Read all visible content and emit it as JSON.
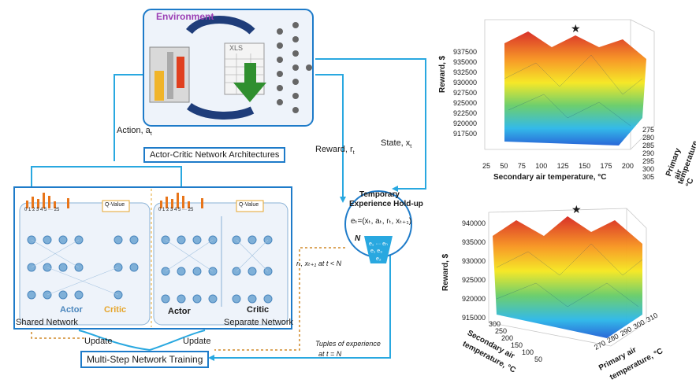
{
  "diagram": {
    "environment_title": "Environment",
    "xls_label": "XLS",
    "action_label": "Action, a",
    "action_sub": "t",
    "reward_label": "Reward, r",
    "reward_sub": "t",
    "state_label": "State, x",
    "state_sub": "t",
    "arch_box": "Actor-Critic Network Architectures",
    "shared_network": "Shared Network",
    "separate_network": "Separate Network",
    "actor_label": "Actor",
    "critic_label": "Critic",
    "actor_label2": "Actor",
    "critic_label2": "Critic",
    "qvalue_1": "Q-Value",
    "qvalue_2": "Q-Value",
    "bar_axis_1": "0 1 2 3 4 5 ··· 25",
    "bar_axis_2": "0 1 2 3 4 5 ··· 25",
    "update_1": "Update",
    "update_2": "Update",
    "training_box": "Multi-Step Network Training",
    "holdup_title_1": "Temporary",
    "holdup_title_2": "Experience Hold-up",
    "holdup_eq": "eₜ=(xₜ, aₜ, rₜ, xₜ₊₁)",
    "holdup_n": "N",
    "buffer_top": "e₁ ··· eₙ",
    "buffer_mid": "e₁  e₃",
    "buffer_bot": "e₂",
    "rx_label": "rₜ, xₜ₊₁ at t < N",
    "tuples_1": "Tuples of experience",
    "tuples_2": "at t = N"
  },
  "plot1": {
    "zlabel": "Reward, $",
    "xlabel": "Secondary air temperature, °C",
    "ylabel_1": "Primary air",
    "ylabel_2": "temperature, °C",
    "zticks": [
      "937500",
      "935000",
      "932500",
      "930000",
      "927500",
      "925000",
      "922500",
      "920000",
      "917500"
    ],
    "xticks": [
      "25",
      "50",
      "75",
      "100",
      "125",
      "150",
      "175",
      "200"
    ],
    "yticks": [
      "275",
      "280",
      "285",
      "290",
      "295",
      "300",
      "305"
    ],
    "marker": "★"
  },
  "plot2": {
    "zlabel": "Reward, $",
    "xlabel_1": "Secondary air",
    "xlabel_2": "temperature, °C",
    "ylabel_1": "Primary air",
    "ylabel_2": "temperature, °C",
    "zticks": [
      "940000",
      "935000",
      "930000",
      "925000",
      "920000",
      "915000"
    ],
    "xticks": [
      "300",
      "250",
      "200",
      "150",
      "100",
      "50"
    ],
    "yticks": [
      "270",
      "280",
      "290",
      "300",
      "310"
    ],
    "marker": "★"
  },
  "colors": {
    "flow": "#29a8e0",
    "box": "#1e7bc9",
    "env_title": "#9b3fb5",
    "bar": "#e8751a",
    "critic": "#e6a52b",
    "node": "#7fb0d8"
  }
}
